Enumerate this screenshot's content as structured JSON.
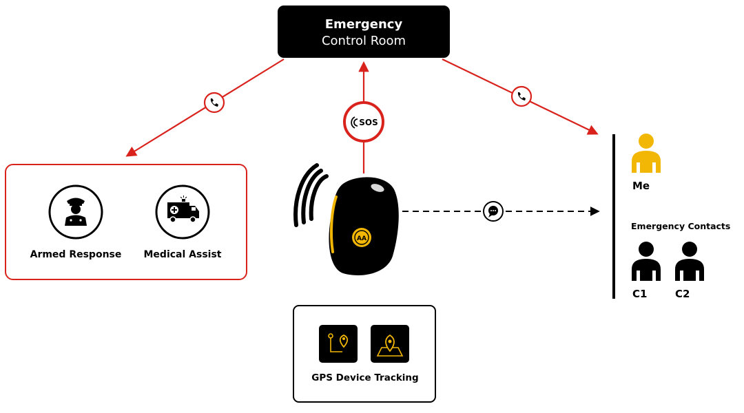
{
  "control_room": {
    "title_line1": "Emergency",
    "title_line2": "Control Room"
  },
  "sos_badge": {
    "label": "SOS"
  },
  "device": {
    "badge": "AA"
  },
  "responders": {
    "armed_response": "Armed Response",
    "medical_assist": "Medical Assist"
  },
  "contacts": {
    "me_label": "Me",
    "group_title": "Emergency Contacts",
    "contact1": "C1",
    "contact2": "C2"
  },
  "gps": {
    "label": "GPS Device Tracking"
  },
  "colors": {
    "accent_red": "#d9221c",
    "accent_yellow": "#f2b705",
    "ink": "#000000"
  }
}
